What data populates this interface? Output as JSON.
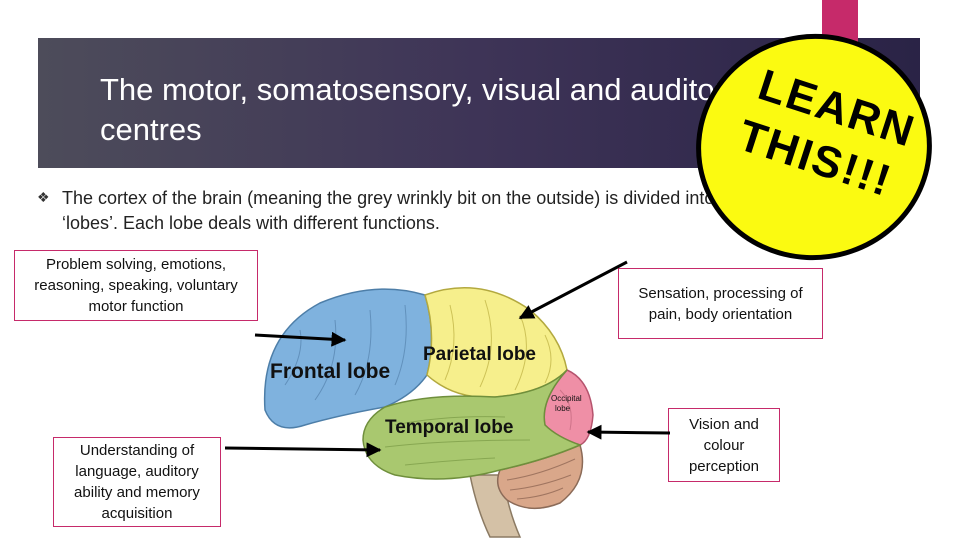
{
  "slide": {
    "title": "The motor, somatosensory, visual and auditory centres",
    "body_text": "The cortex of the brain (meaning the grey wrinkly bit on the outside) is divided into four ‘lobes’. Each lobe deals with different functions.",
    "bullet_glyph": "❖"
  },
  "badge": {
    "line1": "LEARN",
    "line2": "THIS!!!"
  },
  "boxes": {
    "frontal": "Problem solving, emotions, reasoning, speaking, voluntary motor function",
    "parietal": "Sensation, processing of pain, body orientation",
    "temporal": "Understanding of language, auditory ability and memory acquisition",
    "occipital": "Vision and colour perception"
  },
  "brain": {
    "frontal_label": "Frontal lobe",
    "parietal_label": "Parietal lobe",
    "temporal_label": "Temporal lobe",
    "occipital_label_1": "Occipital",
    "occipital_label_2": "lobe"
  },
  "colors": {
    "frontal": "#7fb2de",
    "parietal": "#f6ef8c",
    "temporal": "#a9c86f",
    "occipital": "#ef8fa6",
    "cerebellum": "#d9a78a",
    "brainstem": "#d4c1a6",
    "accent": "#c62a6a",
    "badge_fill": "#fbfa11"
  }
}
